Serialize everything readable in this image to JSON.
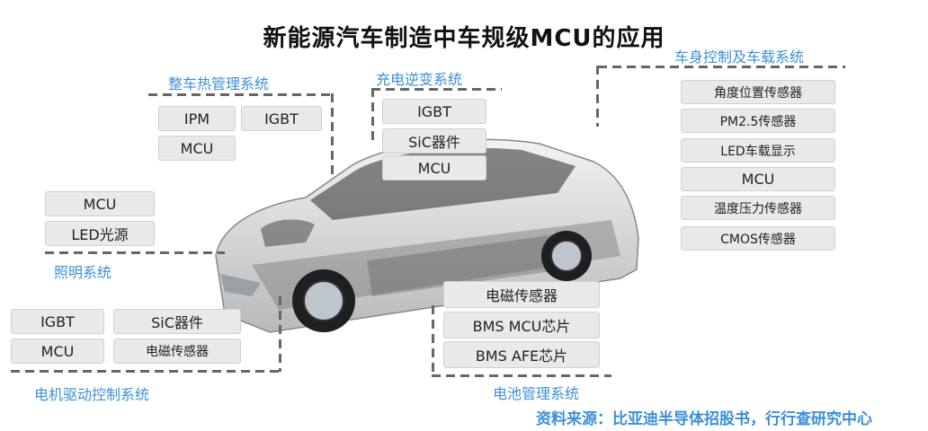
{
  "title": "新能源汽车制造中车规级MCU的应用",
  "groups": {
    "thermal": {
      "label": "整车热管理系统",
      "chips": [
        "IPM",
        "IGBT",
        "MCU"
      ]
    },
    "charging": {
      "label": "充电逆变系统",
      "chips": [
        "IGBT",
        "SiC器件",
        "MCU"
      ]
    },
    "body": {
      "label": "车身控制及车载系统",
      "chips": [
        "角度位置传感器",
        "PM2.5传感器",
        "LED车载显示",
        "MCU",
        "温度压力传感器",
        "CMOS传感器"
      ]
    },
    "lighting": {
      "label": "照明系统",
      "chips": [
        "MCU",
        "LED光源"
      ]
    },
    "motor": {
      "label": "电机驱动控制系统",
      "chips": [
        "IGBT",
        "SiC器件",
        "MCU",
        "电磁传感器"
      ]
    },
    "battery": {
      "label": "电池管理系统",
      "chips": [
        "电磁传感器",
        "BMS MCU芯片",
        "BMS AFE芯片"
      ]
    }
  },
  "source": "资料来源：比亚迪半导体招股书，行行查研究中心"
}
